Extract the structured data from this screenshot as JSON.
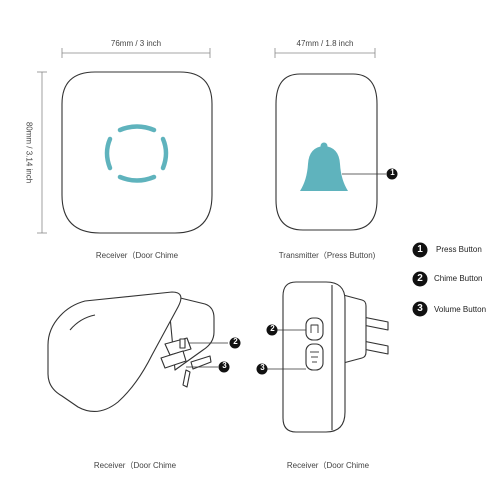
{
  "dimensions": {
    "receiver_width": "76mm / 3 inch",
    "transmitter_width": "47mm / 1.8 inch",
    "height": "80mm / 3.14 inch"
  },
  "captions": {
    "receiver_front": "Receiver（Door Chime",
    "transmitter_front": "Transmitter（Press Button)",
    "receiver_angled": "Receiver（Door Chime",
    "receiver_side": "Receiver（Door Chime"
  },
  "legend": [
    {
      "number": "1",
      "label": "Press Button"
    },
    {
      "number": "2",
      "label": "Chime Button"
    },
    {
      "number": "3",
      "label": "Volume Button"
    }
  ],
  "callouts": {
    "transmitter_button": "1",
    "angled_chime": "2",
    "angled_volume": "3",
    "side_chime": "2",
    "side_volume": "3"
  },
  "colors": {
    "accent": "#5fb3bd",
    "outline": "#333333",
    "dimension_line": "#888888"
  },
  "icons": [
    "bell-icon",
    "speaker-rings-icon",
    "chime-button-icon",
    "volume-button-icon",
    "plug-prongs-icon"
  ]
}
